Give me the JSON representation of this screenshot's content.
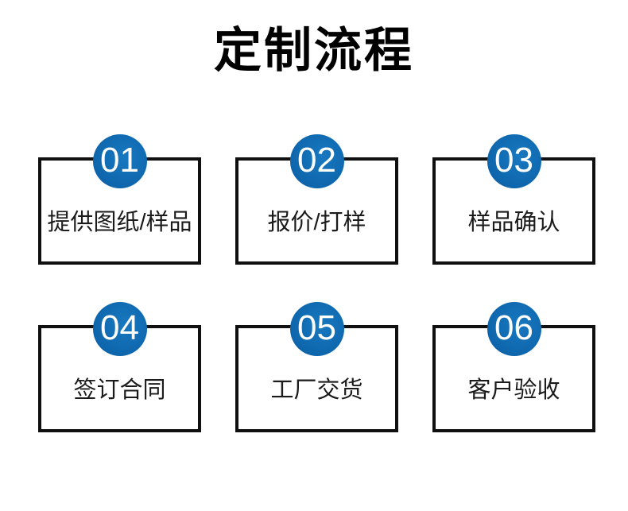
{
  "page": {
    "background": "#ffffff"
  },
  "header": {
    "title": "定制流程"
  },
  "colors": {
    "circle_blue": "#0f68ae",
    "circle_blue_light": "#1778c0",
    "circle_blue_dark": "#0a5ca2",
    "box_border": "#101010",
    "label_text": "#1b1b1b",
    "number_text": "#ffffff"
  },
  "steps": [
    {
      "number": "01",
      "label": "提供图纸/样品"
    },
    {
      "number": "02",
      "label": "报价/打样"
    },
    {
      "number": "03",
      "label": "样品确认"
    },
    {
      "number": "04",
      "label": "签订合同"
    },
    {
      "number": "05",
      "label": "工厂交货"
    },
    {
      "number": "06",
      "label": "客户验收"
    }
  ]
}
